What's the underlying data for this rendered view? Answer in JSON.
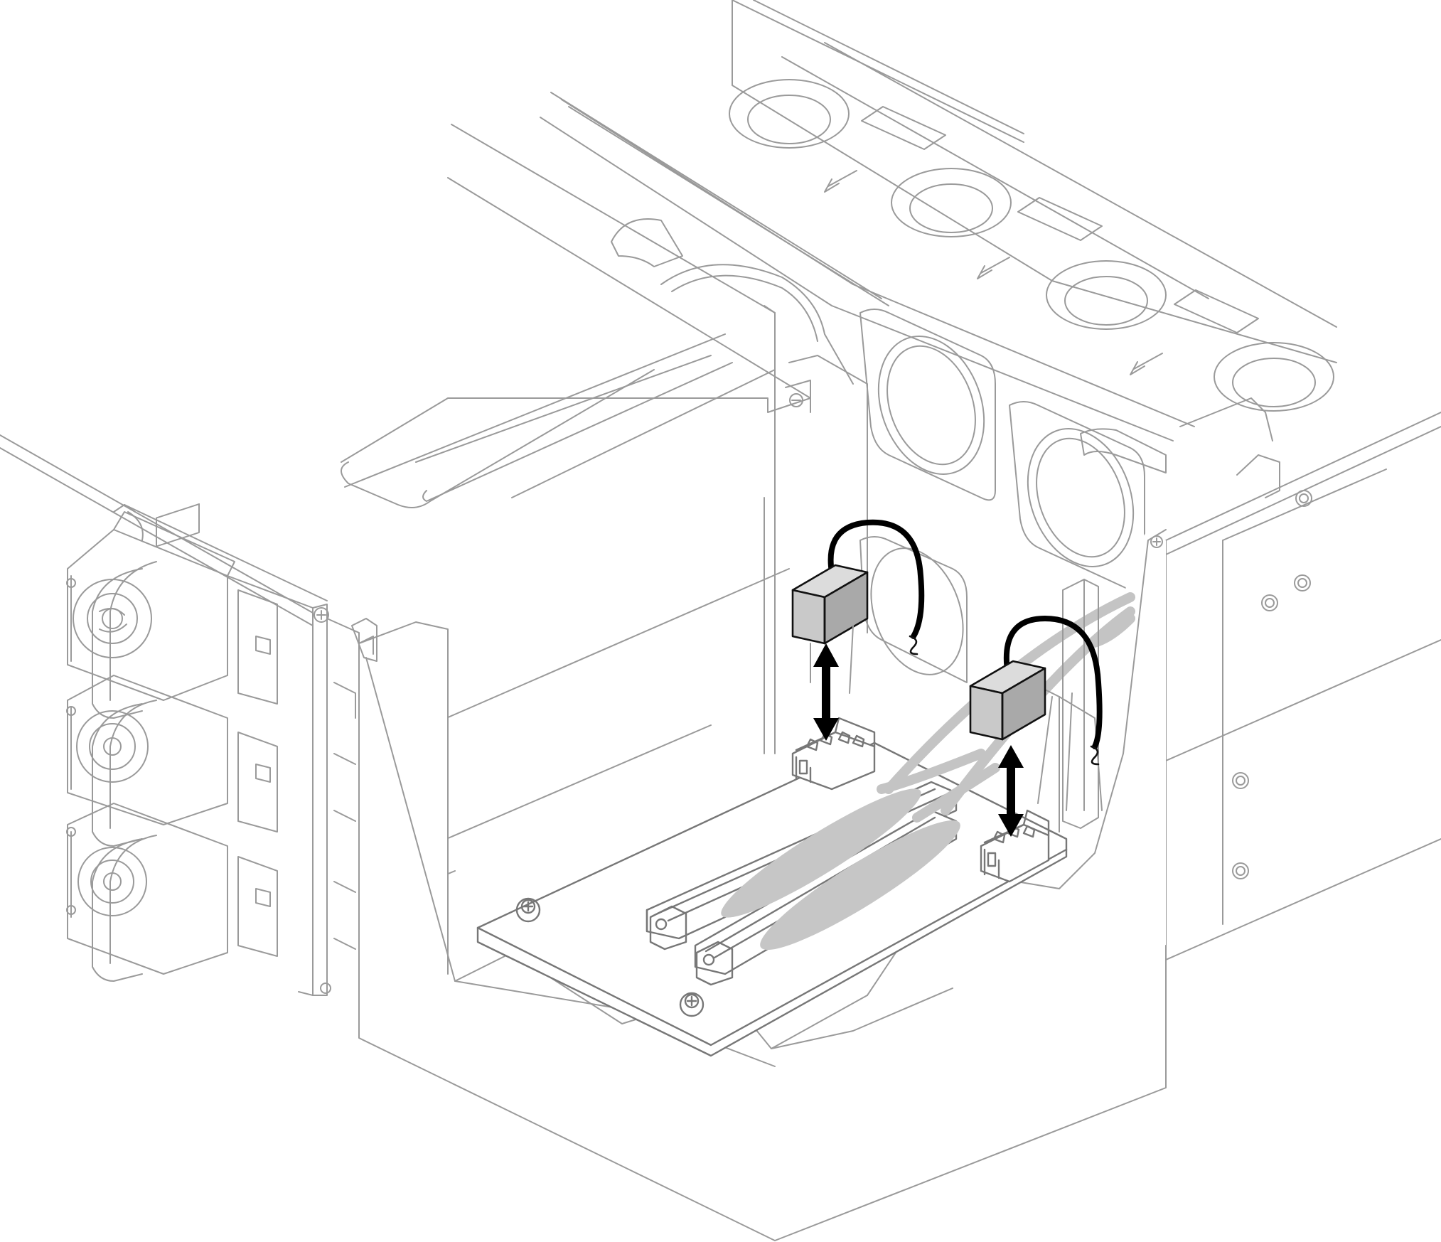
{
  "figure": {
    "kind": "exploded-view line illustration",
    "palette": {
      "background": "#ffffff",
      "outline_light": "#9a9a9a",
      "outline_mid": "#777777",
      "highlight_stroke": "#111111",
      "connector_fill": "#c9c9c9",
      "cable_ghost": "#c4c4c4",
      "arrow": "#000000"
    },
    "components": [
      {
        "id": "chassis",
        "icon": "server-chassis"
      },
      {
        "id": "fan-row",
        "icon": "fan",
        "count": 4
      },
      {
        "id": "power-supplies",
        "icon": "power-supply",
        "count": 3
      },
      {
        "id": "riser-board",
        "icon": "circuit-board"
      },
      {
        "id": "pcie-slots",
        "icon": "pcie-slot",
        "count": 2
      },
      {
        "id": "power-connectors",
        "icon": "power-connector",
        "count": 2
      },
      {
        "id": "cable-plugs",
        "icon": "cable-plug",
        "count": 2
      },
      {
        "id": "motion-arrows",
        "icon": "double-arrow-vertical",
        "count": 2
      }
    ]
  }
}
